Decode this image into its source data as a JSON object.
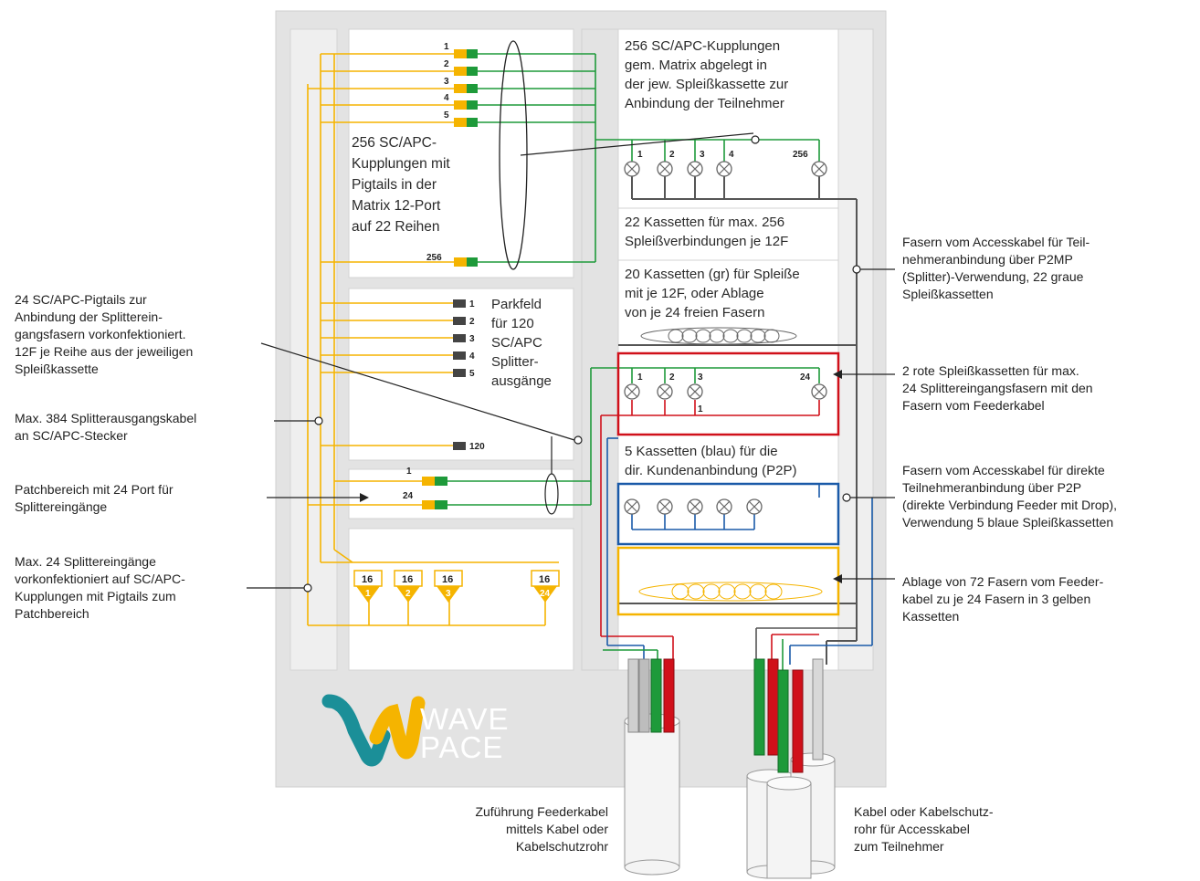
{
  "annotations": {
    "pigtails_24": "24 SC/APC-Pigtails zur\nAnbindung der Splitterein-\ngangsfasern vorkonfektioniert.\n12F je Reihe aus der jeweiligen\nSpleißkassette",
    "max_384": "Max. 384 Splitterausgangskabel\nan SC/APC-Stecker",
    "patch_24": "Patchbereich mit 24 Port für\nSplittereingänge",
    "max_24": "Max. 24 Splittereingänge\nvorkonfektioniert auf SC/APC-\nKupplungen mit Pigtails zum\nPatchbereich",
    "access_p2mp": "Fasern vom Accesskabel für Teil-\nnehmeranbindung über P2MP\n(Splitter)-Verwendung, 22 graue\nSpleißkassetten",
    "red_cassettes": "2 rote Spleißkassetten für max.\n24 Splittereingangsfasern mit den\nFasern vom Feederkabel",
    "access_p2p": "Fasern vom Accesskabel für direkte\nTeilnehmeranbindung über P2P\n(direkte Verbindung Feeder mit Drop),\nVerwendung 5 blaue Spleißkassetten",
    "storage_72": "Ablage von 72 Fasern vom Feeder-\nkabel zu je 24 Fasern in 3 gelben\nKassetten",
    "feeder_cable": "Zuführung Feederkabel\nmittels Kabel oder\nKabelschutzrohr",
    "access_cable": "Kabel oder Kabelschutz-\nrohr für Accesskabel\nzum Teilnehmer"
  },
  "inner": {
    "couplings_256": "256 SC/APC-\nKupplungen mit\nPigtails in der\nMatrix 12-Port\nauf 22 Reihen",
    "couplings_matrix": "256 SC/APC-Kupplungen\ngem. Matrix abgelegt in\nder jew. Spleißkassette zur\nAnbindung der Teilnehmer",
    "cassettes_22": "22 Kassetten für max. 256\nSpleißverbindungen je 12F",
    "cassettes_20": "20 Kassetten (gr) für Spleiße\nmit je 12F, oder Ablage\nvon je 24 freien Fasern",
    "parkfeld": "Parkfeld\nfür 120\nSC/APC\nSplitter-\nausgänge",
    "blue_cassettes": "5 Kassetten (blau) für die\ndir. Kundenanbindung (P2P)"
  },
  "labels": {
    "left_ports": [
      "1",
      "2",
      "3",
      "4",
      "5"
    ],
    "left_port_last": "256",
    "park_ports": [
      "1",
      "2",
      "3",
      "4",
      "5"
    ],
    "park_port_last": "120",
    "patch_ports": [
      "1",
      "24"
    ],
    "matrix_ports": [
      "1",
      "2",
      "3",
      "4",
      "256"
    ],
    "red_ports": [
      "1",
      "2",
      "3",
      "24"
    ],
    "red_port_sub": "1",
    "splitter_ratio": "16",
    "splitter_ids": [
      "1",
      "2",
      "3",
      "24"
    ]
  },
  "logo": {
    "text": "WAVE\nPACE"
  },
  "colors": {
    "yellow": "#f5b400",
    "green": "#1e9a3a",
    "red": "#d0101a",
    "blue": "#1a5aa8",
    "gray_line": "#555555",
    "cabinet": "#e3e3e3",
    "teal": "#1b8f98"
  }
}
